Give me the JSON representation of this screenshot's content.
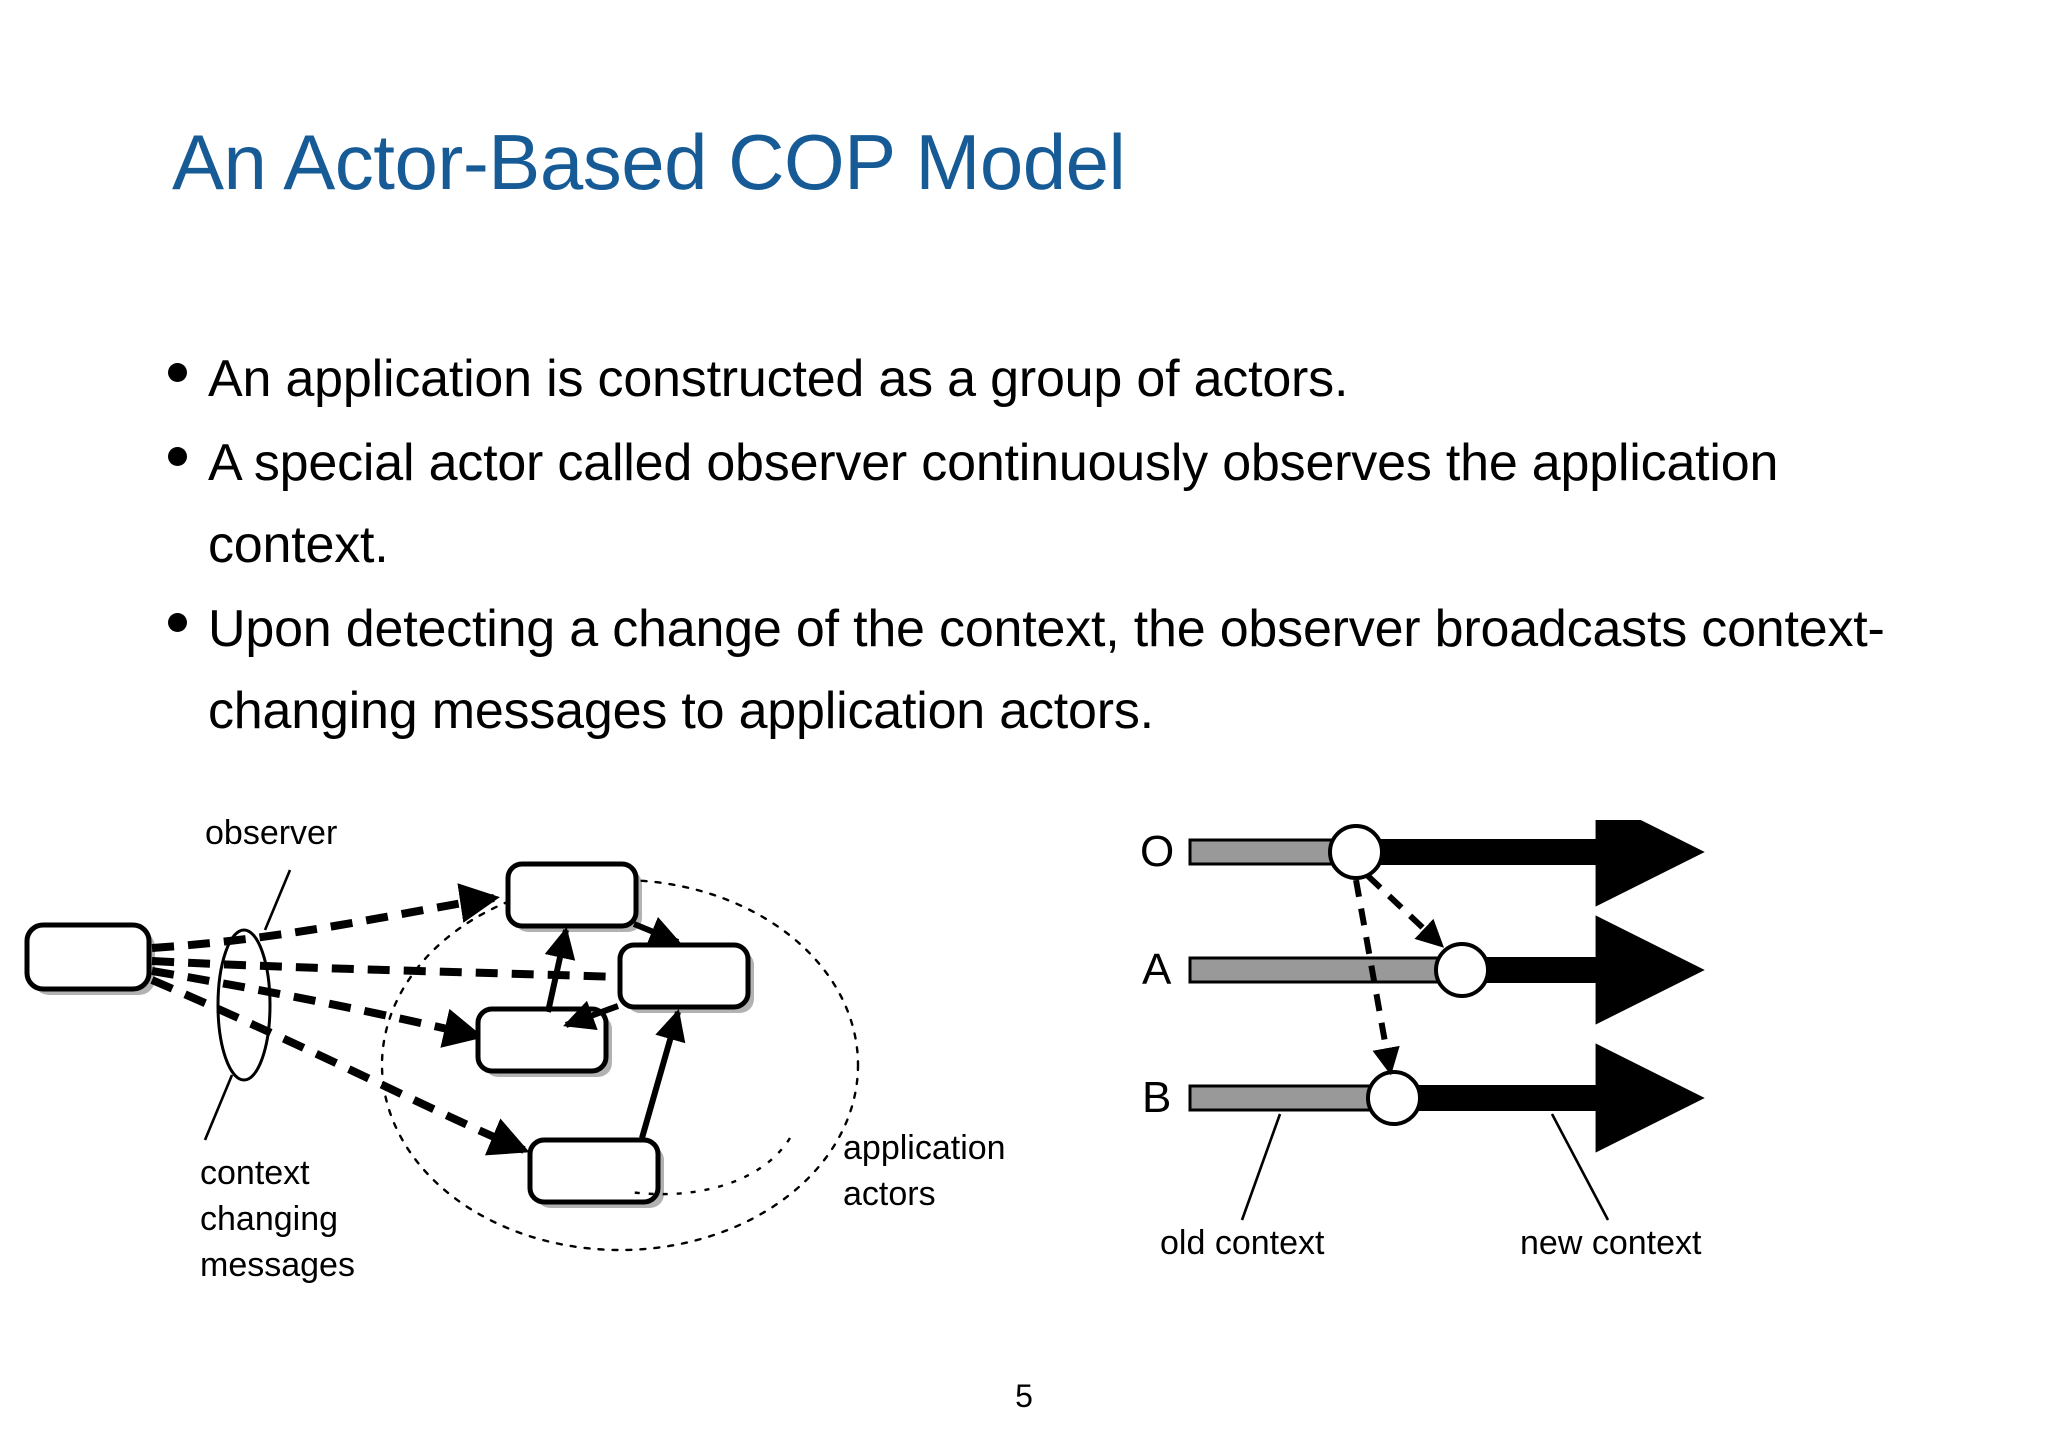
{
  "slide": {
    "title": "An Actor-Based COP Model",
    "title_color": "#165b96",
    "page_number": "5",
    "background": "#ffffff"
  },
  "bullets": [
    {
      "marker": "•",
      "text": "An application is constructed as a group of actors."
    },
    {
      "marker": "•",
      "text": "A special actor called observer continuously observes the application context."
    },
    {
      "marker": "•",
      "text": "Upon detecting a change of the context, the observer broadcasts context-changing messages to application actors."
    }
  ],
  "left_diagram": {
    "name": "actor-broadcast-diagram",
    "labels": {
      "observer": "observer",
      "context_changing_messages": "context\nchanging\nmessages",
      "application_actors": "application\nactors"
    },
    "observer_box": {
      "label": ""
    },
    "actor_boxes": [
      {
        "id": "actor-1",
        "label": ""
      },
      {
        "id": "actor-2",
        "label": ""
      },
      {
        "id": "actor-3",
        "label": ""
      },
      {
        "id": "actor-4",
        "label": ""
      }
    ]
  },
  "right_diagram": {
    "name": "context-switch-timeline",
    "timelines": [
      {
        "id": "O",
        "label": "O",
        "switch_x_ratio": 0.36
      },
      {
        "id": "A",
        "label": "A",
        "switch_x_ratio": 0.52
      },
      {
        "id": "B",
        "label": "B",
        "switch_x_ratio": 0.42
      }
    ],
    "labels": {
      "old_context": "old context",
      "new_context": "new context"
    },
    "colors": {
      "old_context": "#999999",
      "new_context": "#000000",
      "marker_fill": "#ffffff"
    }
  }
}
